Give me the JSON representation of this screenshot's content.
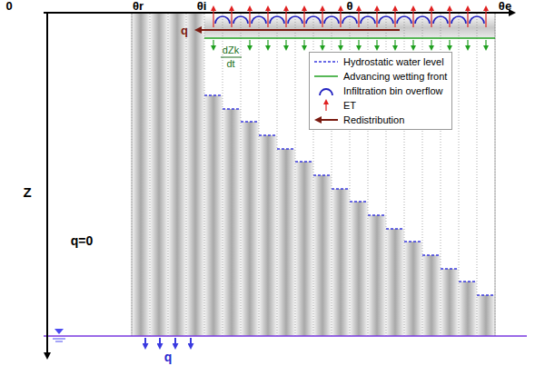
{
  "diagram": {
    "labels": [
      "0",
      "θr",
      "θi",
      "θ",
      "θe",
      "Z",
      "q=0",
      "q",
      "dZk",
      "dt",
      "q"
    ],
    "legend": [
      {
        "text": "Hydrostatic water level"
      },
      {
        "text": "Advancing wetting front"
      },
      {
        "text": "Infiltration bin overflow"
      },
      {
        "text": "ET"
      },
      {
        "text": "Redistribution"
      }
    ]
  }
}
